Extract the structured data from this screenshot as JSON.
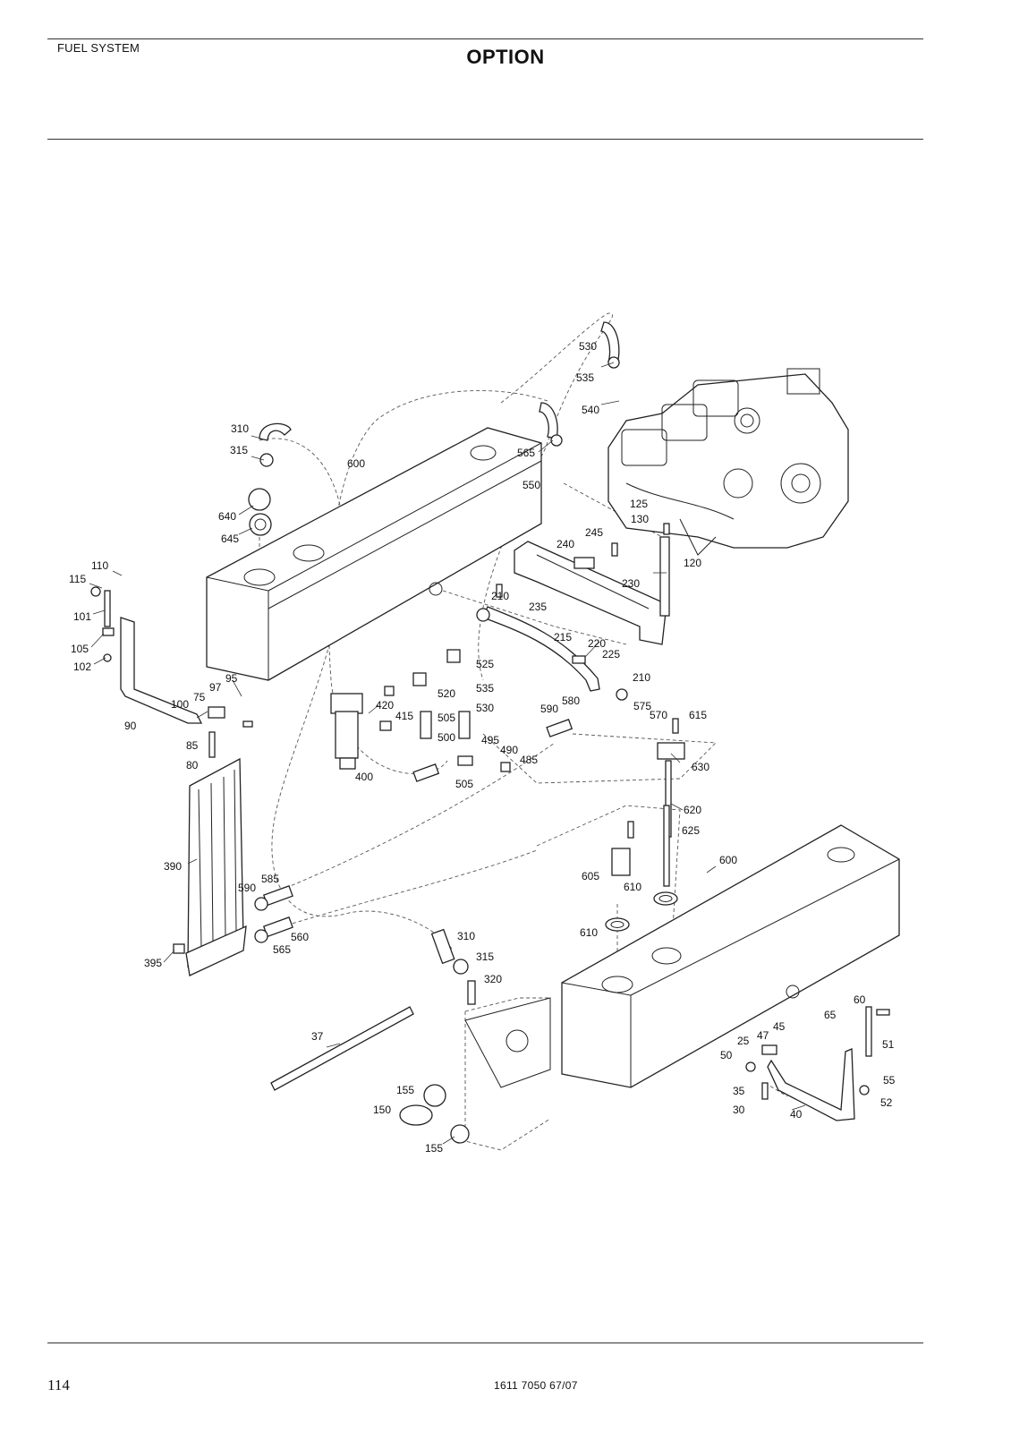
{
  "header": {
    "section": "FUEL SYSTEM",
    "title": "OPTION"
  },
  "footer": {
    "page_number": "114",
    "document_number": "1611 7050 67/07"
  },
  "callouts": [
    {
      "id": "c-530a",
      "label": "530"
    },
    {
      "id": "c-535a",
      "label": "535"
    },
    {
      "id": "c-540",
      "label": "540"
    },
    {
      "id": "c-310a",
      "label": "310"
    },
    {
      "id": "c-315a",
      "label": "315"
    },
    {
      "id": "c-600a",
      "label": "600"
    },
    {
      "id": "c-565a",
      "label": "565"
    },
    {
      "id": "c-550",
      "label": "550"
    },
    {
      "id": "c-640",
      "label": "640"
    },
    {
      "id": "c-645",
      "label": "645"
    },
    {
      "id": "c-125",
      "label": "125"
    },
    {
      "id": "c-130",
      "label": "130"
    },
    {
      "id": "c-245",
      "label": "245"
    },
    {
      "id": "c-240",
      "label": "240"
    },
    {
      "id": "c-120",
      "label": "120"
    },
    {
      "id": "c-110",
      "label": "110"
    },
    {
      "id": "c-115",
      "label": "115"
    },
    {
      "id": "c-101",
      "label": "101"
    },
    {
      "id": "c-105",
      "label": "105"
    },
    {
      "id": "c-102",
      "label": "102"
    },
    {
      "id": "c-230",
      "label": "230"
    },
    {
      "id": "c-210a",
      "label": "210"
    },
    {
      "id": "c-235",
      "label": "235"
    },
    {
      "id": "c-215",
      "label": "215"
    },
    {
      "id": "c-220",
      "label": "220"
    },
    {
      "id": "c-225",
      "label": "225"
    },
    {
      "id": "c-525",
      "label": "525"
    },
    {
      "id": "c-210b",
      "label": "210"
    },
    {
      "id": "c-95",
      "label": "95"
    },
    {
      "id": "c-97",
      "label": "97"
    },
    {
      "id": "c-75",
      "label": "75"
    },
    {
      "id": "c-100",
      "label": "100"
    },
    {
      "id": "c-90",
      "label": "90"
    },
    {
      "id": "c-420",
      "label": "420"
    },
    {
      "id": "c-415",
      "label": "415"
    },
    {
      "id": "c-520",
      "label": "520"
    },
    {
      "id": "c-535b",
      "label": "535"
    },
    {
      "id": "c-530b",
      "label": "530"
    },
    {
      "id": "c-505a",
      "label": "505"
    },
    {
      "id": "c-500",
      "label": "500"
    },
    {
      "id": "c-580",
      "label": "580"
    },
    {
      "id": "c-590a",
      "label": "590"
    },
    {
      "id": "c-575",
      "label": "575"
    },
    {
      "id": "c-570",
      "label": "570"
    },
    {
      "id": "c-615",
      "label": "615"
    },
    {
      "id": "c-85",
      "label": "85"
    },
    {
      "id": "c-80",
      "label": "80"
    },
    {
      "id": "c-495",
      "label": "495"
    },
    {
      "id": "c-490",
      "label": "490"
    },
    {
      "id": "c-485",
      "label": "485"
    },
    {
      "id": "c-400",
      "label": "400"
    },
    {
      "id": "c-505b",
      "label": "505"
    },
    {
      "id": "c-630",
      "label": "630"
    },
    {
      "id": "c-620",
      "label": "620"
    },
    {
      "id": "c-625",
      "label": "625"
    },
    {
      "id": "c-390",
      "label": "390"
    },
    {
      "id": "c-605",
      "label": "605"
    },
    {
      "id": "c-600b",
      "label": "600"
    },
    {
      "id": "c-585",
      "label": "585"
    },
    {
      "id": "c-590b",
      "label": "590"
    },
    {
      "id": "c-610a",
      "label": "610"
    },
    {
      "id": "c-610b",
      "label": "610"
    },
    {
      "id": "c-560",
      "label": "560"
    },
    {
      "id": "c-565b",
      "label": "565"
    },
    {
      "id": "c-310b",
      "label": "310"
    },
    {
      "id": "c-315b",
      "label": "315"
    },
    {
      "id": "c-395",
      "label": "395"
    },
    {
      "id": "c-320",
      "label": "320"
    },
    {
      "id": "c-60",
      "label": "60"
    },
    {
      "id": "c-65",
      "label": "65"
    },
    {
      "id": "c-45",
      "label": "45"
    },
    {
      "id": "c-47",
      "label": "47"
    },
    {
      "id": "c-25",
      "label": "25"
    },
    {
      "id": "c-51",
      "label": "51"
    },
    {
      "id": "c-37",
      "label": "37"
    },
    {
      "id": "c-50",
      "label": "50"
    },
    {
      "id": "c-55",
      "label": "55"
    },
    {
      "id": "c-155a",
      "label": "155"
    },
    {
      "id": "c-35",
      "label": "35"
    },
    {
      "id": "c-52",
      "label": "52"
    },
    {
      "id": "c-150",
      "label": "150"
    },
    {
      "id": "c-30",
      "label": "30"
    },
    {
      "id": "c-40",
      "label": "40"
    },
    {
      "id": "c-155b",
      "label": "155"
    }
  ]
}
